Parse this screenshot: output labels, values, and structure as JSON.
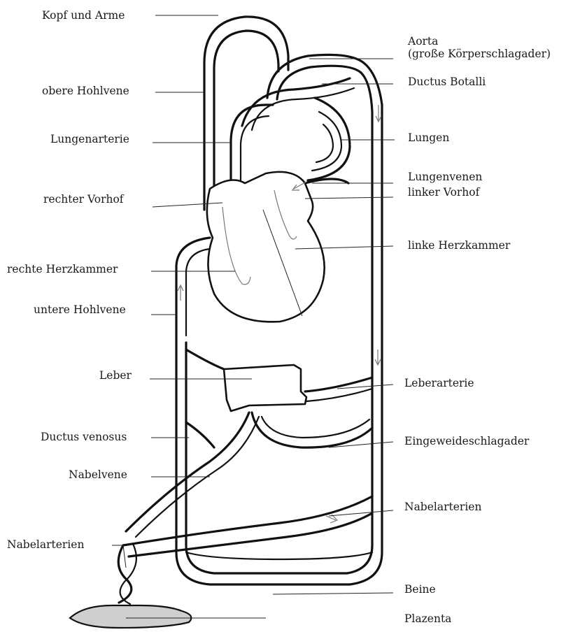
{
  "labels": {
    "left": [
      {
        "id": "kopf",
        "text": "Kopf und Arme"
      },
      {
        "id": "obere_hohlvene",
        "text": "obere Hohlvene"
      },
      {
        "id": "lungenarterie",
        "text": "Lungenarterie"
      },
      {
        "id": "rechter_vorhof",
        "text": "rechter Vorhof"
      },
      {
        "id": "rechte_herzkammer",
        "text": "rechte Herzkammer"
      },
      {
        "id": "untere_hohlvene",
        "text": "untere Hohlvene"
      },
      {
        "id": "leber",
        "text": "Leber"
      },
      {
        "id": "ductus_venosus",
        "text": "Ductus venosus"
      },
      {
        "id": "nabelvene",
        "text": "Nabelvene"
      },
      {
        "id": "nabelarterien_left",
        "text": "Nabelarterien"
      }
    ],
    "right": [
      {
        "id": "aorta",
        "text": "Aorta"
      },
      {
        "id": "aorta_sub",
        "text": "(große Körperschlagader)"
      },
      {
        "id": "ductus_botalli",
        "text": "Ductus Botalli"
      },
      {
        "id": "lungen",
        "text": "Lungen"
      },
      {
        "id": "lungenvenen",
        "text": "Lungenvenen"
      },
      {
        "id": "linker_vorhof",
        "text": "linker Vorhof"
      },
      {
        "id": "linke_herzkammer",
        "text": "linke Herzkammer"
      },
      {
        "id": "leberarterie",
        "text": "Leberarterie"
      },
      {
        "id": "eingeweideschlagader",
        "text": "Eingeweideschlagader"
      },
      {
        "id": "nabelarterien_right",
        "text": "Nabelarterien"
      },
      {
        "id": "beine",
        "text": "Beine"
      },
      {
        "id": "plazenta",
        "text": "Plazenta"
      }
    ]
  }
}
